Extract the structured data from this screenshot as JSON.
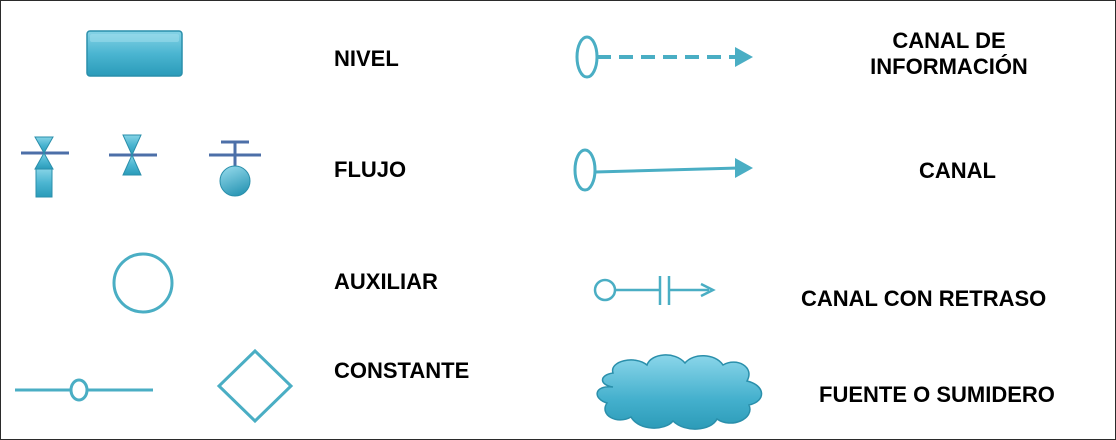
{
  "legend": {
    "nivel": "NIVEL",
    "flujo": "FLUJO",
    "auxiliar": "AUXILIAR",
    "constante": "CONSTANTE",
    "canal_informacion": [
      "CANAL DE",
      "INFORMACIÓN"
    ],
    "canal": "CANAL",
    "canal_retraso": "CANAL CON RETRASO",
    "fuente_sumidero": "FUENTE O SUMIDERO"
  },
  "colors": {
    "accent": "#4aaec4",
    "fill_top": "#7fd0e3",
    "fill_bottom": "#2f9fbc",
    "flow_bar": "#4c6fa8"
  },
  "icons": [
    "stock-rectangle-icon",
    "flow-valve-icon",
    "auxiliary-circle-icon",
    "constant-icon",
    "information-channel-icon",
    "channel-arrow-icon",
    "delay-channel-icon",
    "cloud-source-sink-icon"
  ]
}
